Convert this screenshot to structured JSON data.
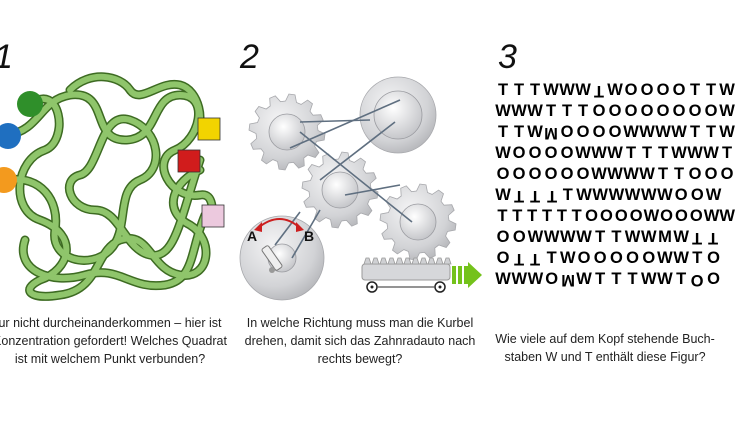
{
  "panels": [
    {
      "number": "1",
      "caption": "ur nicht durcheinanderkommen – hier ist\nKonzentration gefordert! Welches Quadrat\nist mit welchem Punkt verbunden?"
    },
    {
      "number": "2",
      "caption": "In welche Richtung muss man die Kurbel\ndrehen, damit sich das Zahnradauto nach\nrechts bewegt?",
      "label_a": "A",
      "label_b": "B"
    },
    {
      "number": "3",
      "caption": "Wie viele auf dem Kopf stehende Buch-\nstaben W und T enthält diese Figur?"
    }
  ],
  "colors": {
    "dot_green": "#2f8f2a",
    "dot_blue": "#1f6fc0",
    "dot_orange": "#f39a1e",
    "square_yellow": "#f2d400",
    "square_red": "#d11c1c",
    "square_pink": "#ecc9de",
    "tube": "#8fc56b",
    "arrow_green": "#74c21b",
    "arc_red": "#cc1f1f"
  },
  "letter_rows": [
    "TTTWWWTWOOOOTTW",
    "WWWTTTOOOOOOOOW",
    "TTWMOOOOWWWWTTW",
    "WOOOOWWWTTTWWWT",
    "OOOOOOWWWWTTOOO",
    "WTTTTWWWWWWOOW",
    "TTTTTTOOOOWOOOWW",
    "OOWWWWTTWWMWTT",
    "OTTTWOOOOOWWTO",
    "WWWOMWTTTWWTOO"
  ],
  "flipped": [
    [
      6
    ],
    [],
    [
      3
    ],
    [],
    [],
    [
      1,
      2,
      3
    ],
    [],
    [
      12,
      13
    ],
    [
      1,
      2
    ],
    [
      4,
      12
    ]
  ]
}
